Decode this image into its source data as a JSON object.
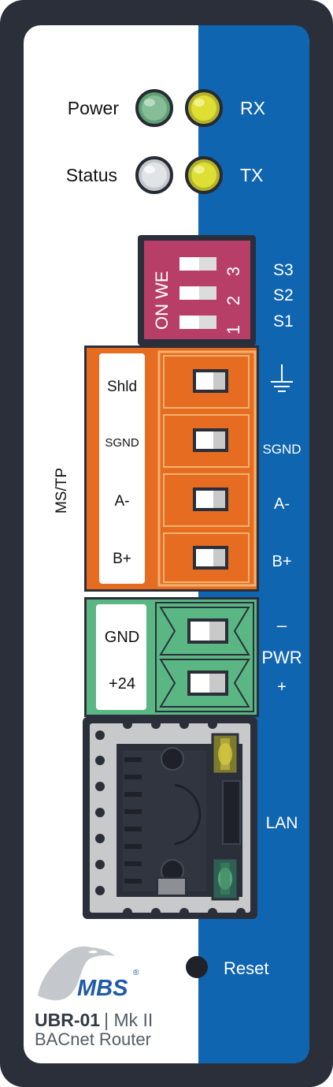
{
  "leds": {
    "power_label": "Power",
    "status_label": "Status",
    "rx_label": "RX",
    "tx_label": "TX"
  },
  "dip_switch": {
    "body_text": "ON WE",
    "numbers": [
      "3",
      "2",
      "1"
    ],
    "side_labels": [
      "S3",
      "S2",
      "S1"
    ]
  },
  "mstp": {
    "group_label": "MS/TP",
    "terminals": [
      "Shld",
      "SGND",
      "A-",
      "B+"
    ],
    "side_labels": [
      "SGND",
      "A-",
      "B+"
    ]
  },
  "power": {
    "terminals": [
      "GND",
      "+24"
    ],
    "minus_label": "–",
    "pwr_label": "PWR",
    "plus_label": "+"
  },
  "lan": {
    "label": "LAN"
  },
  "reset": {
    "label": "Reset"
  },
  "branding": {
    "logo_text": "MBS",
    "logo_mark": "®",
    "model": "UBR-01",
    "revision": "| Mk II",
    "product_name": "BACnet Router"
  },
  "colors": {
    "housing": "#2b2f3a",
    "blue_panel": "#1065b1",
    "orange_terminal": "#e66c21",
    "green_terminal": "#5ab784",
    "dip_body": "#b73e67",
    "power_led": "#86bd94",
    "status_led": "#e1e4e7",
    "rx_tx_led": "#dede35",
    "logo_blue": "#1d5aa8"
  }
}
